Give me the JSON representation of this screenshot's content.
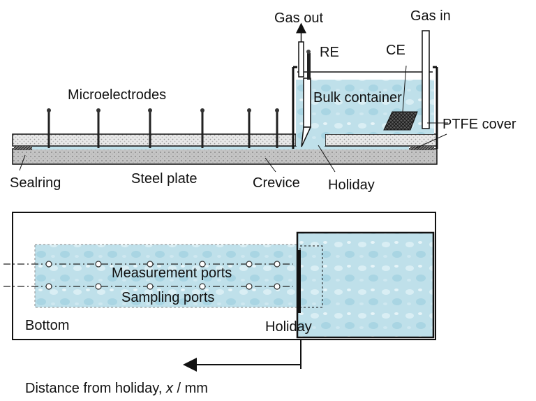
{
  "labels": {
    "gas_out": "Gas out",
    "gas_in": "Gas in",
    "re": "RE",
    "ce": "CE",
    "microelectrodes": "Microelectrodes",
    "bulk_container": "Bulk container",
    "ptfe_cover": "PTFE cover",
    "sealring": "Sealring",
    "steel_plate": "Steel plate",
    "crevice": "Crevice",
    "holiday_side": "Holiday",
    "measurement_ports": "Measurement ports",
    "sampling_ports": "Sampling ports",
    "bottom": "Bottom",
    "holiday_top": "Holiday",
    "distance_axis": "Distance from holiday, ",
    "distance_var": "x",
    "distance_unit": " / mm"
  },
  "colors": {
    "solution": "#bfe0ea",
    "solution_dark": "#9ccfe0",
    "cover_fill": "#e6e6e6",
    "steel_fill": "#bdbdbd",
    "outline": "#111111"
  }
}
